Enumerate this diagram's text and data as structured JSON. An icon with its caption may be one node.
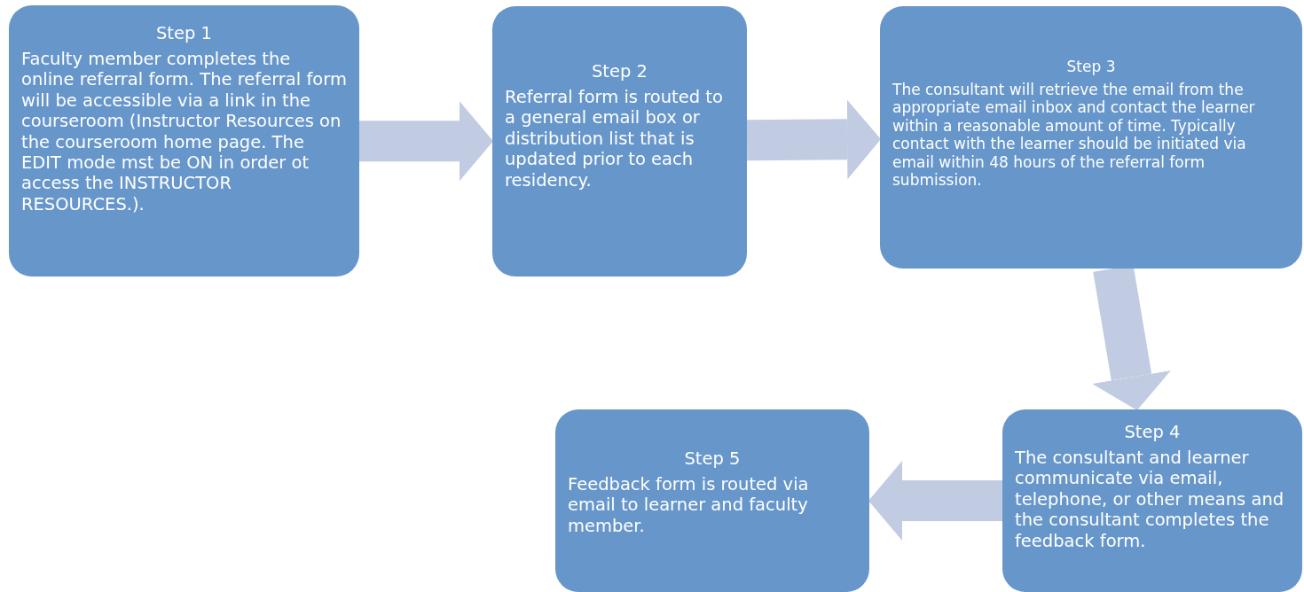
{
  "diagram": {
    "nodes": [
      {
        "text": [
          "Step 1",
          "Faculty member completes the online referral form. The referral form will be accessible via a link in the courseroom (Instructor Resources on the courseroom home page. The EDIT mode mst be ON in order ot access the INSTRUCTOR RESOURCES.)."
        ]
      },
      {
        "text": [
          "Step 2",
          "Referral form is routed to a general email box or distribution list that is updated prior to each residency."
        ]
      },
      {
        "text": [
          "Step 3",
          "The consultant will retrieve the email from the appropriate email inbox and contact the learner within a reasonable amount of time. Typically contact with the learner should be initiated via email within 48 hours of the referral form submission."
        ]
      },
      {
        "text": [
          "Step 4",
          "The consultant and learner communicate via email, telephone, or other means and the consultant completes the feedback form."
        ]
      },
      {
        "text": [
          "Step 5",
          "Feedback form is routed via email to learner and faculty member."
        ]
      }
    ],
    "edges": [
      {
        "from": 0,
        "to": 1,
        "arrow": "to"
      },
      {
        "from": 1,
        "to": 2,
        "arrow": "to"
      },
      {
        "from": 2,
        "to": 3,
        "arrow": "to"
      },
      {
        "from": 3,
        "to": 4,
        "arrow": "to"
      }
    ]
  }
}
